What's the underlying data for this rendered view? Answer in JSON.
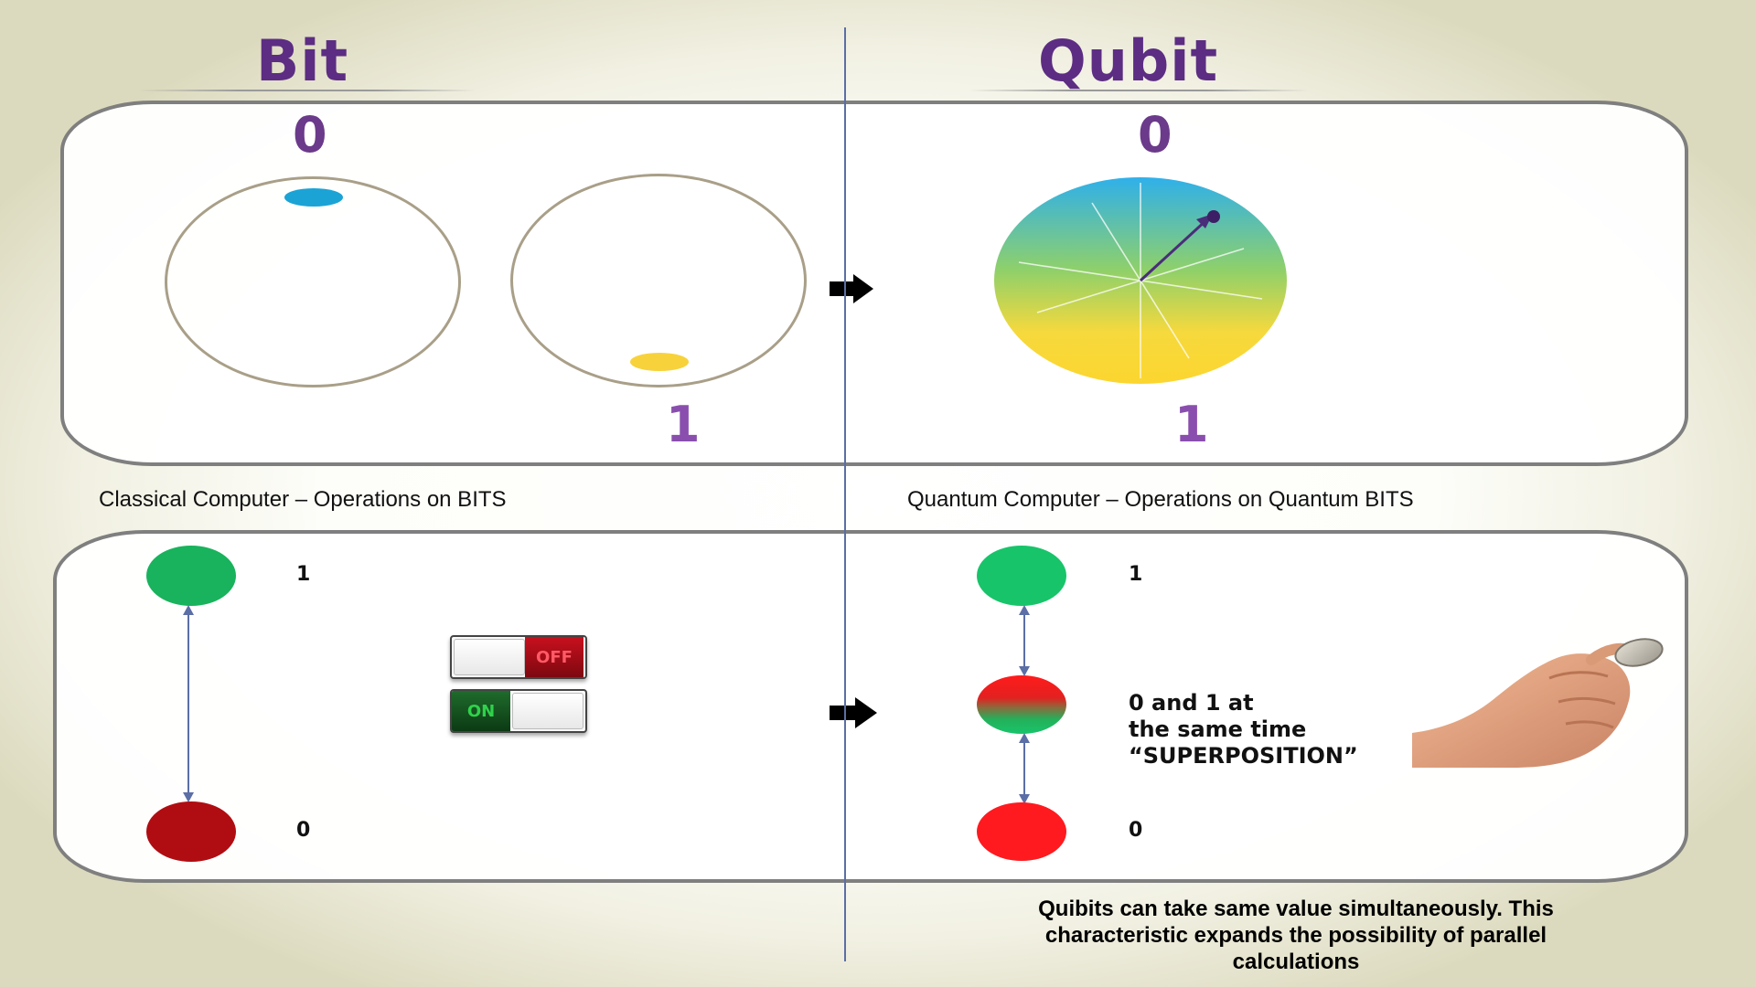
{
  "header": {
    "left_title": "Bit",
    "right_title": "Qubit"
  },
  "top_left": {
    "label_zero": "0",
    "label_one": "1"
  },
  "top_right": {
    "label_zero": "0",
    "label_one": "1"
  },
  "captions": {
    "left": "Classical Computer – Operations on BITS",
    "right": "Quantum  Computer – Operations on Quantum BITS"
  },
  "bottom_left": {
    "top_value": "1",
    "bottom_value": "0",
    "toggle_off_label": "OFF",
    "toggle_on_label": "ON"
  },
  "bottom_right": {
    "top_value": "1",
    "bottom_value": "0",
    "superposition_lines": [
      "0 and 1 at",
      "the same time",
      "“SUPERPOSITION”"
    ]
  },
  "footer_note": {
    "lines": [
      "Quibits can take same value simultaneously. This",
      "characteristic expands the possibility of parallel",
      "calculations"
    ]
  },
  "colors": {
    "title_purple": "#5c2d83",
    "state_green": "#18b35c",
    "state_dark_red": "#b00d12",
    "state_red": "#ff1a1f",
    "bit_blue_dot": "#1ba3d6",
    "bit_yellow_dot": "#f7d23a",
    "divider_blue": "#5b6ea6"
  }
}
